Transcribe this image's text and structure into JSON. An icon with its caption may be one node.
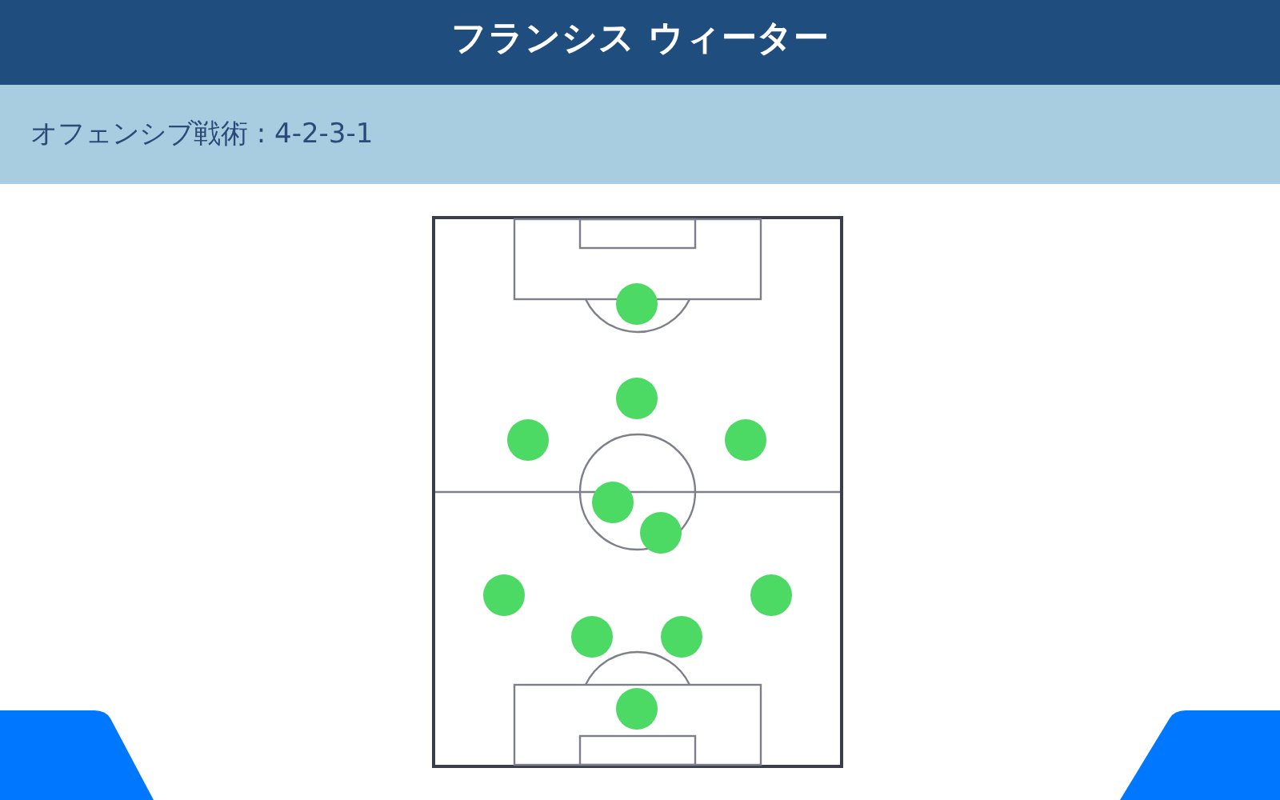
{
  "diagram": {
    "title": "フランシス ウィーター",
    "nodes": [
      {
        "text": [
          "オフェンシブ戦術 : 4-2-3-1"
        ]
      },
      {
        "text": [],
        "shape": "picture"
      },
      {
        "text": [],
        "shape": "circle",
        "in": 1
      },
      {
        "text": [],
        "shape": "circle",
        "in": 1
      },
      {
        "text": [],
        "shape": "circle",
        "in": 1
      },
      {
        "text": [],
        "shape": "circle",
        "in": 1
      },
      {
        "text": [],
        "shape": "circle",
        "in": 1
      },
      {
        "text": [],
        "shape": "circle",
        "in": 1
      },
      {
        "text": [],
        "shape": "circle",
        "in": 1
      },
      {
        "text": [],
        "shape": "circle",
        "in": 1
      },
      {
        "text": [],
        "shape": "circle",
        "in": 1
      },
      {
        "text": [],
        "shape": "circle",
        "in": 1
      },
      {
        "text": [],
        "shape": "circle",
        "in": 1
      }
    ]
  }
}
